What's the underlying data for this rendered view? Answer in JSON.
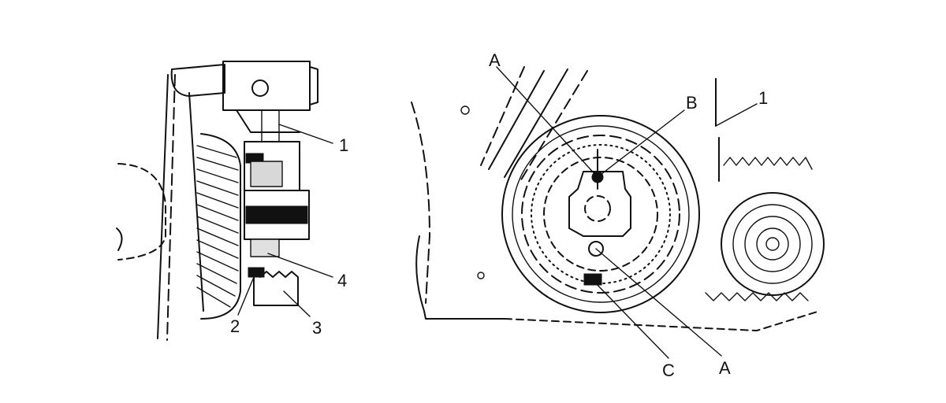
{
  "left_view": {
    "callouts": [
      "1",
      "4",
      "2",
      "3"
    ]
  },
  "right_view": {
    "callouts": [
      "A",
      "B",
      "1",
      "C",
      "A"
    ]
  },
  "colors": {
    "ink": "#111111",
    "paper": "#ffffff"
  }
}
